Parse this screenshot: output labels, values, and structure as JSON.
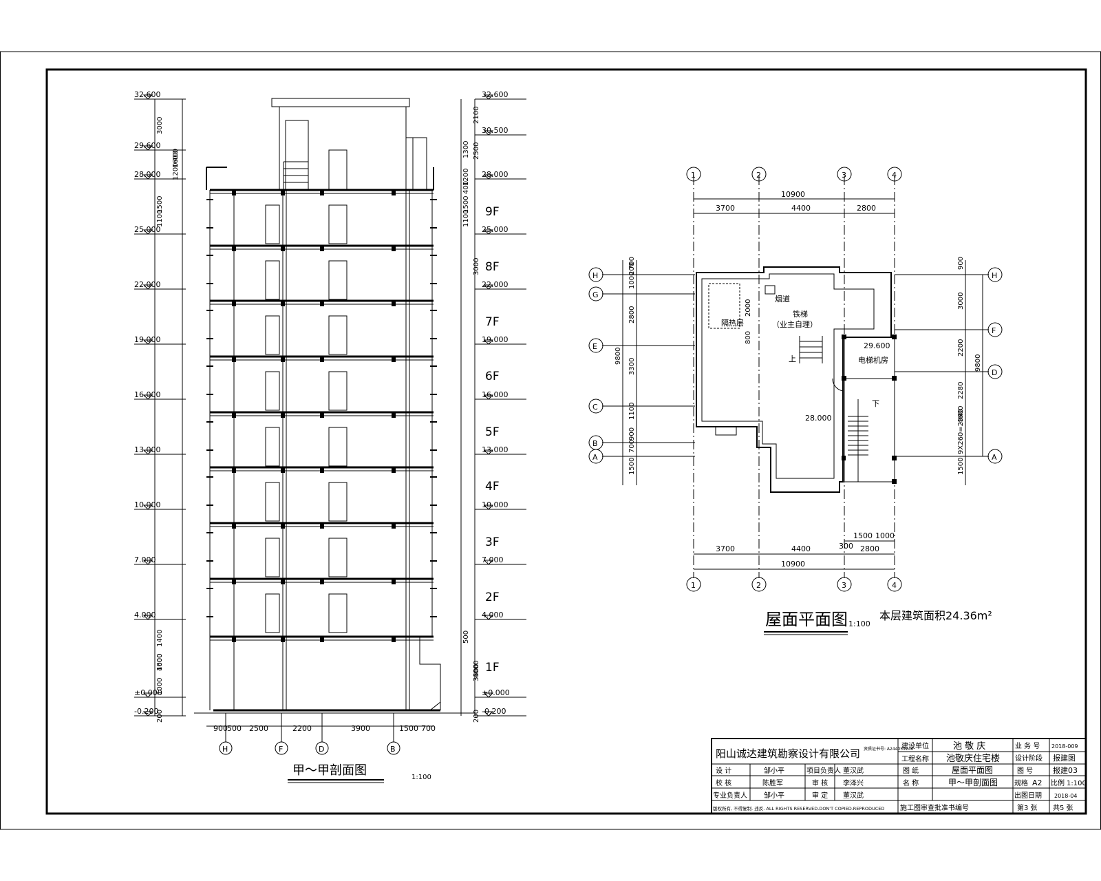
{
  "section": {
    "title": "甲～甲剖面图",
    "scale": "1:100",
    "top_level": "32.600",
    "left_levels": [
      "29.600",
      "28.000",
      "25.000",
      "22.000",
      "19.000",
      "16.000",
      "13.000",
      "10.000",
      "7.000",
      "4.000",
      "±0.000",
      "-0.200"
    ],
    "right_levels": [
      "30.500",
      "28.000",
      "25.000",
      "22.000",
      "19.000",
      "16.000",
      "13.000",
      "10.000",
      "7.000",
      "4.000",
      "±0.000",
      "-0.200"
    ],
    "floors": [
      "9F",
      "8F",
      "7F",
      "6F",
      "5F",
      "4F",
      "3F",
      "2F",
      "1F"
    ],
    "left_dims": [
      "3000",
      "1600",
      "1200",
      "400",
      "1500",
      "1100",
      "4000",
      "1400",
      "1600",
      "1000",
      "200"
    ],
    "right_dims": [
      "2100",
      "1300",
      "2500",
      "1200",
      "400",
      "1500",
      "1100",
      "3000",
      "500",
      "3500",
      "4000",
      "200"
    ],
    "bottom_dims": [
      "900",
      "500",
      "2500",
      "2200",
      "3900",
      "1500",
      "700"
    ],
    "axes": [
      "H",
      "F",
      "D",
      "B"
    ]
  },
  "plan": {
    "title": "屋面平面图",
    "scale": "1:100",
    "area_note": "本层建筑面积24.36m²",
    "col_axes": [
      "1",
      "2",
      "3",
      "4"
    ],
    "row_axes_left": [
      "H",
      "G",
      "E",
      "C",
      "B",
      "A"
    ],
    "row_axes_right": [
      "H",
      "F",
      "D",
      "A"
    ],
    "top_total": "10900",
    "top_dims": [
      "3700",
      "4400",
      "2800"
    ],
    "bottom_dims": [
      "3700",
      "4400",
      "2800"
    ],
    "bottom_total": "10900",
    "bottom_small": [
      "1500",
      "1000",
      "300"
    ],
    "left_dims": [
      "700",
      "200",
      "1000",
      "2800",
      "3300",
      "1100",
      "900",
      "700",
      "1500"
    ],
    "left_total": "9800",
    "right_dims": [
      "900",
      "3000",
      "2200",
      "2280",
      "4600",
      "9X260=2340",
      "1500"
    ],
    "right_total": "9800",
    "labels": {
      "chimney": "烟道",
      "ladder": "铁梯",
      "owner": "（业主自理）",
      "insulation": "隔热层",
      "dim_2000": "2000",
      "dim_800": "800",
      "elev_machine": "29.600",
      "machine_room": "电梯机房",
      "roof_elev": "28.000",
      "up": "上",
      "down": "下"
    }
  },
  "title_block": {
    "company": "阳山诚达建筑勘察设计有限公司",
    "cert": "资质证书号: A244059246",
    "client_label": "建设单位",
    "client": "池 敬 庆",
    "project_label": "工程名称",
    "project": "池敬庆住宅楼",
    "drawing_label": "图 纸",
    "name_label": "名 称",
    "drawing_name_1": "屋面平面图",
    "drawing_name_2": "甲～甲剖面图",
    "design_label": "设 计",
    "designer": "邹小平",
    "check_label": "校 核",
    "checker": "陈胜军",
    "prof_label": "专业负责人",
    "prof": "邹小平",
    "pm_label": "项目负责人",
    "pm": "董汉武",
    "review_label": "审 核",
    "reviewer": "李泽兴",
    "approve_label": "审 定",
    "approver": "董汉武",
    "copyright": "版权所有, 不得复制. 违反. ALL RIGHTS RESERVED.DON'T COPIED.REPRODUCED",
    "approval": "施工图审查批准书编号",
    "biz_label": "业 务 号",
    "biz_no": "2018-009",
    "stage_label": "设计阶段",
    "stage": "报建图",
    "figno_label": "图 号",
    "figno": "报建03",
    "size_label": "规格",
    "size": "A2",
    "ratio_label": "比例",
    "ratio": "1:100",
    "date_label": "出图日期",
    "date": "2018-04",
    "sheet_no": "第3 张",
    "sheet_total": "共5 张"
  }
}
